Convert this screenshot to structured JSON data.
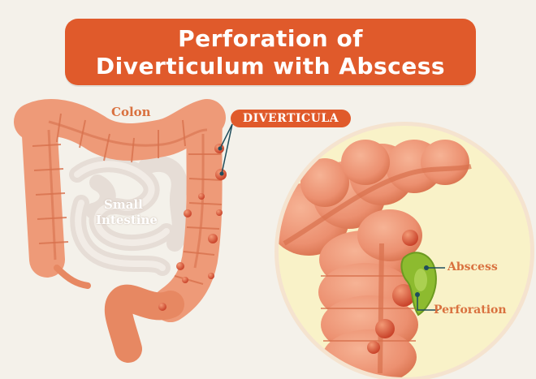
{
  "title": {
    "line1": "Perforation of",
    "line2": "Diverticulum with Abscess"
  },
  "labels": {
    "colon": "Colon",
    "small_intestine_1": "Small",
    "small_intestine_2": "Intestine",
    "diverticula": "DIVERTICULA",
    "abscess": "Abscess",
    "perforation": "Perforation"
  },
  "colors": {
    "background": "#f4f1ea",
    "accent": "#e05a2b",
    "label_text": "#d9713f",
    "colon": "#ee9a78",
    "colon_dark": "#d8714d",
    "small_intestine": "#e9e2dc",
    "abscess": "#8dbb2f",
    "zoom_circle": "#f9f2c8",
    "pointer": "#1f4d5c"
  }
}
